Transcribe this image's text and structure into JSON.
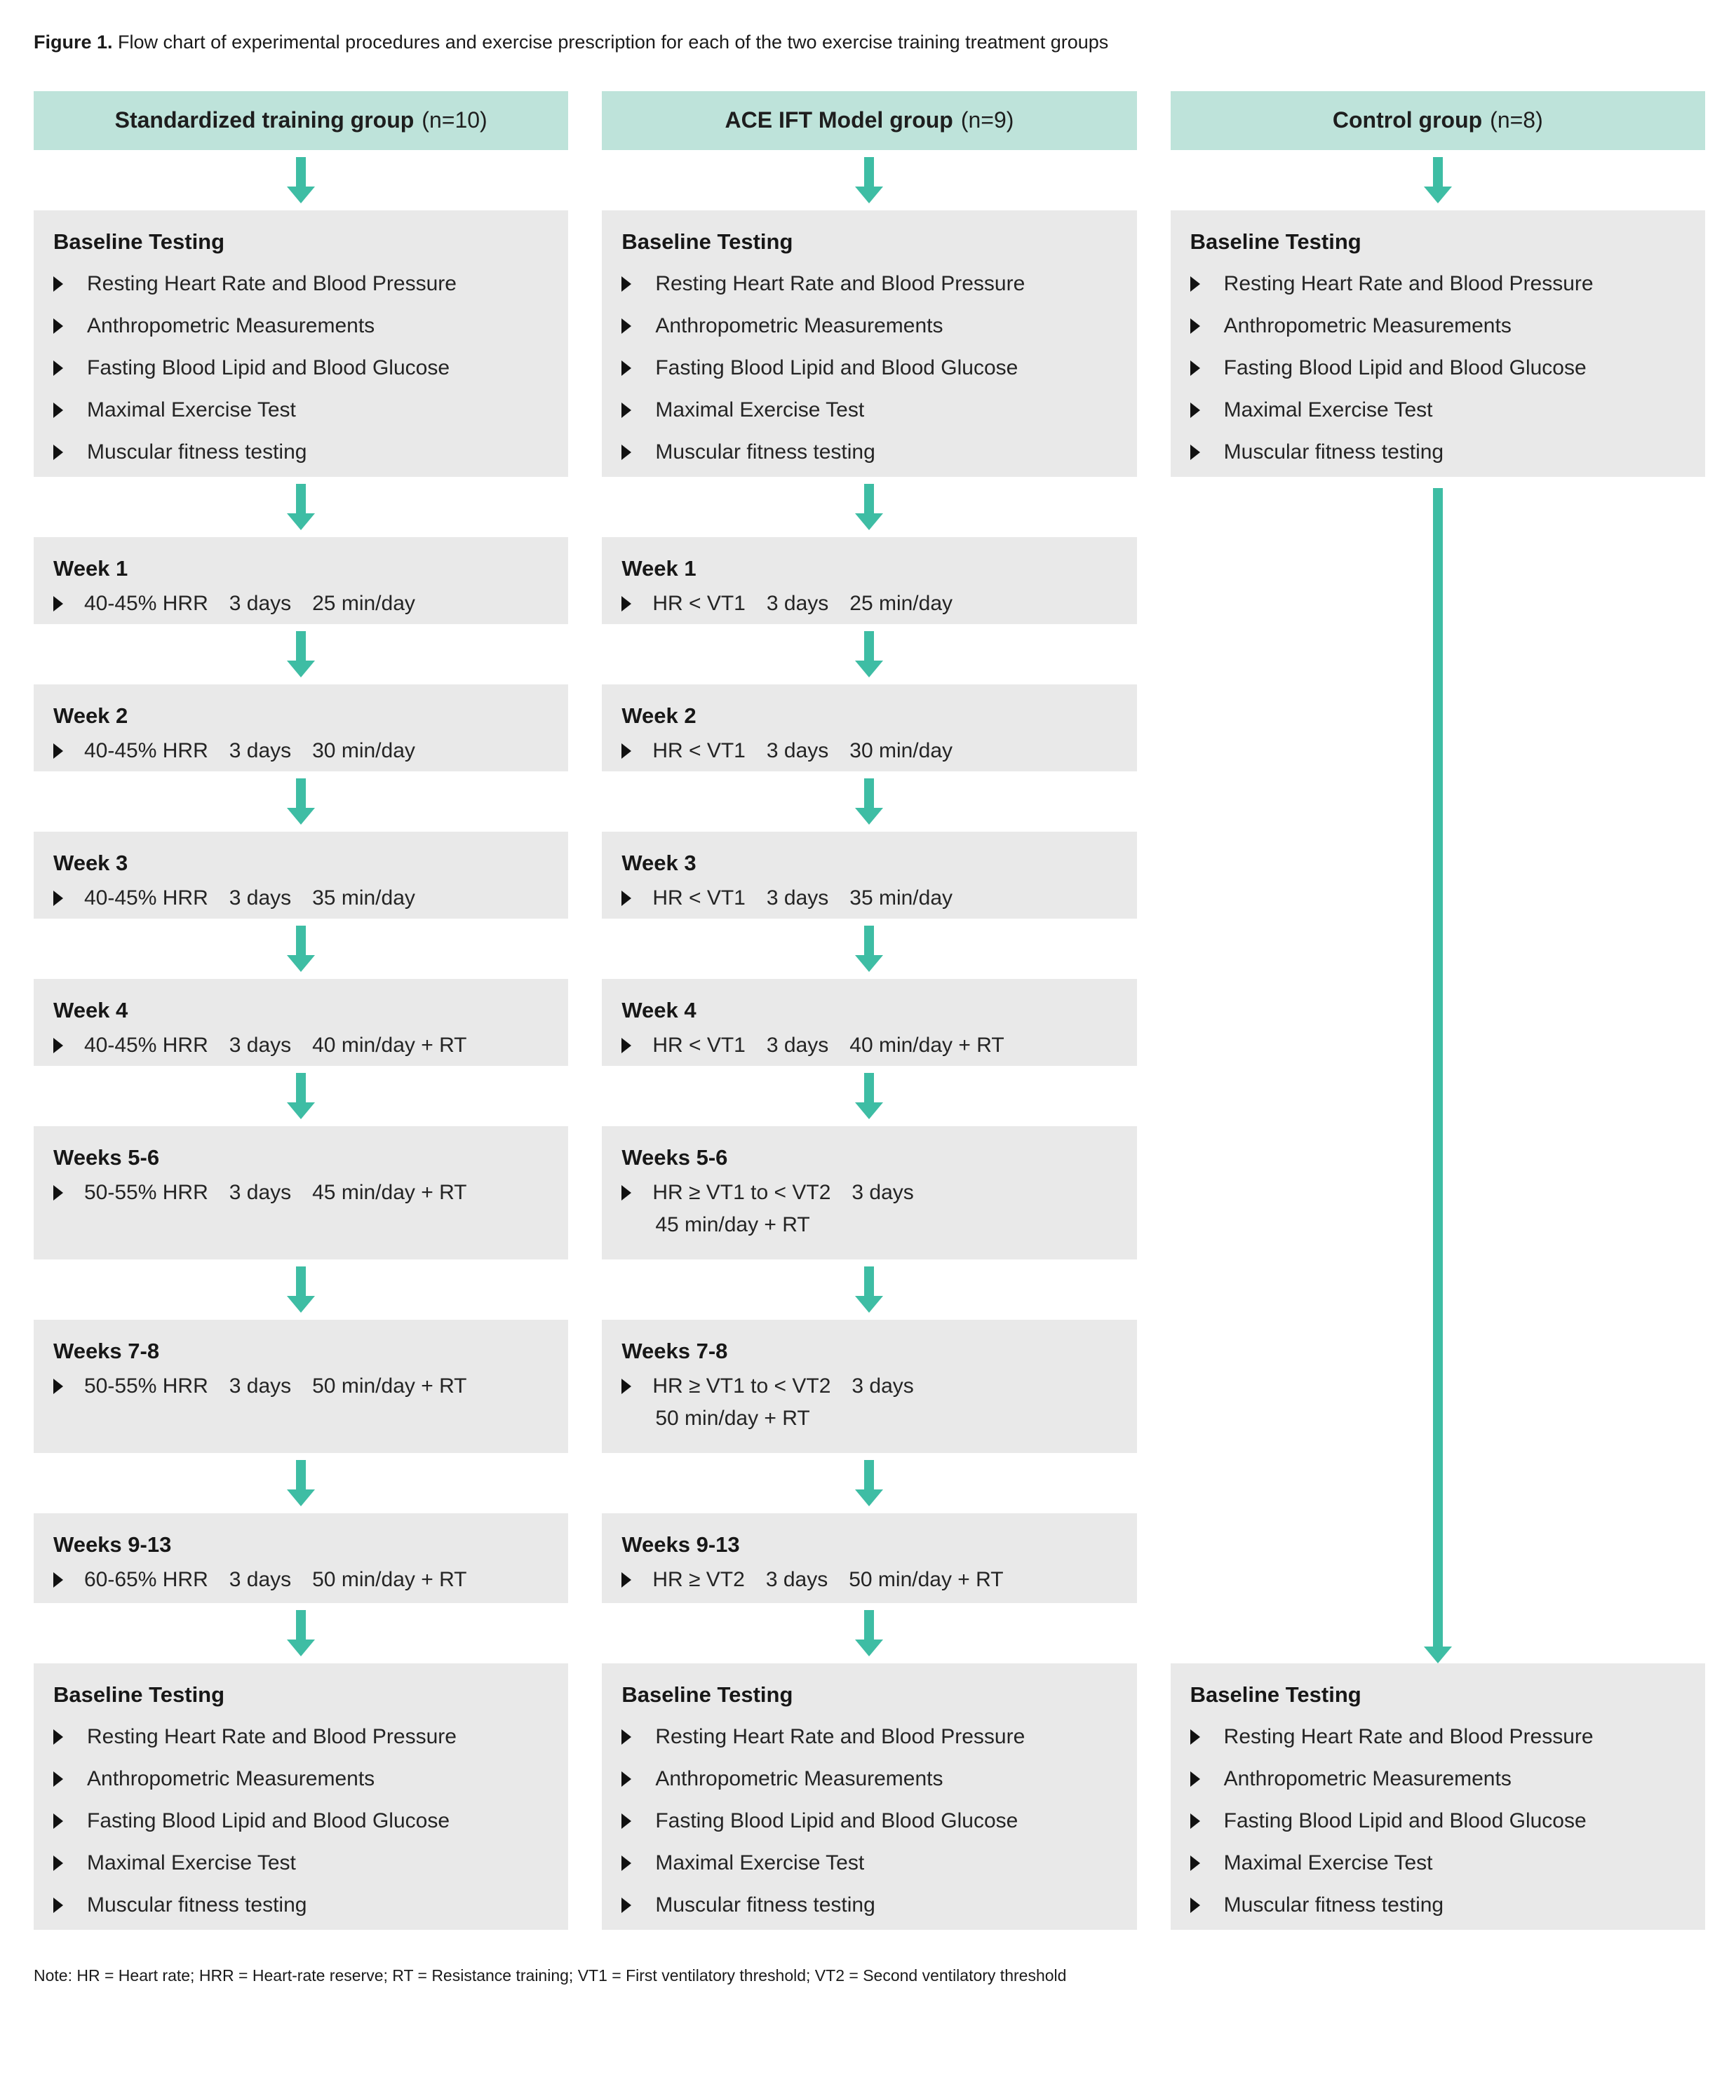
{
  "figure": {
    "label": "Figure 1.",
    "caption": "Flow chart of experimental procedures and exercise prescription for each of the two exercise training treatment groups"
  },
  "note": "Note: HR = Heart rate; HRR = Heart-rate reserve; RT = Resistance training; VT1 = First ventilatory threshold; VT2 = Second ventilatory threshold",
  "colors": {
    "header_teal": "#bee3da",
    "arrow_teal": "#3ebda4",
    "box_gray": "#e9e9e9"
  },
  "columns": [
    {
      "header": {
        "name": "Standardized training group",
        "n": "(n=10)"
      },
      "baseline_top": {
        "title": "Baseline Testing",
        "items": [
          "Resting Heart Rate and Blood Pressure",
          "Anthropometric Measurements",
          "Fasting Blood Lipid and Blood Glucose",
          "Maximal Exercise Test",
          "Muscular fitness testing"
        ]
      },
      "weeks": [
        {
          "title": "Week 1",
          "segments": [
            "40-45% HRR",
            "3 days",
            "25 min/day"
          ]
        },
        {
          "title": "Week 2",
          "segments": [
            "40-45% HRR",
            "3 days",
            "30 min/day"
          ]
        },
        {
          "title": "Week 3",
          "segments": [
            "40-45% HRR",
            "3 days",
            "35 min/day"
          ]
        },
        {
          "title": "Week 4",
          "segments": [
            "40-45% HRR",
            "3 days",
            "40 min/day + RT"
          ]
        },
        {
          "title": "Weeks 5-6",
          "segments": [
            "50-55% HRR",
            "3 days",
            "45 min/day + RT"
          ]
        },
        {
          "title": "Weeks 7-8",
          "segments": [
            "50-55% HRR",
            "3 days",
            "50 min/day + RT"
          ]
        },
        {
          "title": "Weeks 9-13",
          "segments": [
            "60-65% HRR",
            "3 days",
            "50 min/day + RT"
          ]
        }
      ],
      "baseline_bottom": {
        "title": "Baseline Testing",
        "items": [
          "Resting Heart Rate and Blood Pressure",
          "Anthropometric Measurements",
          "Fasting Blood Lipid and Blood Glucose",
          "Maximal Exercise Test",
          "Muscular fitness testing"
        ]
      }
    },
    {
      "header": {
        "name": "ACE IFT Model group",
        "n": "(n=9)"
      },
      "baseline_top": {
        "title": "Baseline Testing",
        "items": [
          "Resting Heart Rate and Blood Pressure",
          "Anthropometric Measurements",
          "Fasting Blood Lipid and Blood Glucose",
          "Maximal Exercise Test",
          "Muscular fitness testing"
        ]
      },
      "weeks": [
        {
          "title": "Week 1",
          "segments": [
            "HR < VT1",
            "3 days",
            "25 min/day"
          ]
        },
        {
          "title": "Week 2",
          "segments": [
            "HR < VT1",
            "3 days",
            "30 min/day"
          ]
        },
        {
          "title": "Week 3",
          "segments": [
            "HR < VT1",
            "3 days",
            "35 min/day"
          ]
        },
        {
          "title": "Week 4",
          "segments": [
            "HR < VT1",
            "3 days",
            "40 min/day + RT"
          ]
        },
        {
          "title": "Weeks 5-6",
          "segments": [
            "HR ≥ VT1 to < VT2",
            "3 days"
          ],
          "line2": "45 min/day + RT"
        },
        {
          "title": "Weeks 7-8",
          "segments": [
            "HR ≥ VT1 to < VT2",
            "3 days"
          ],
          "line2": "50 min/day + RT"
        },
        {
          "title": "Weeks 9-13",
          "segments": [
            "HR ≥ VT2",
            "3 days",
            "50 min/day + RT"
          ]
        }
      ],
      "baseline_bottom": {
        "title": "Baseline Testing",
        "items": [
          "Resting Heart Rate and Blood Pressure",
          "Anthropometric Measurements",
          "Fasting Blood Lipid and Blood Glucose",
          "Maximal Exercise Test",
          "Muscular fitness testing"
        ]
      }
    },
    {
      "header": {
        "name": "Control group",
        "n": "(n=8)"
      },
      "baseline_top": {
        "title": "Baseline Testing",
        "items": [
          "Resting Heart Rate and Blood Pressure",
          "Anthropometric Measurements",
          "Fasting Blood Lipid and Blood Glucose",
          "Maximal Exercise Test",
          "Muscular fitness testing"
        ]
      },
      "baseline_bottom": {
        "title": "Baseline Testing",
        "items": [
          "Resting Heart Rate and Blood Pressure",
          "Anthropometric Measurements",
          "Fasting Blood Lipid and Blood Glucose",
          "Maximal Exercise Test",
          "Muscular fitness testing"
        ]
      }
    }
  ]
}
